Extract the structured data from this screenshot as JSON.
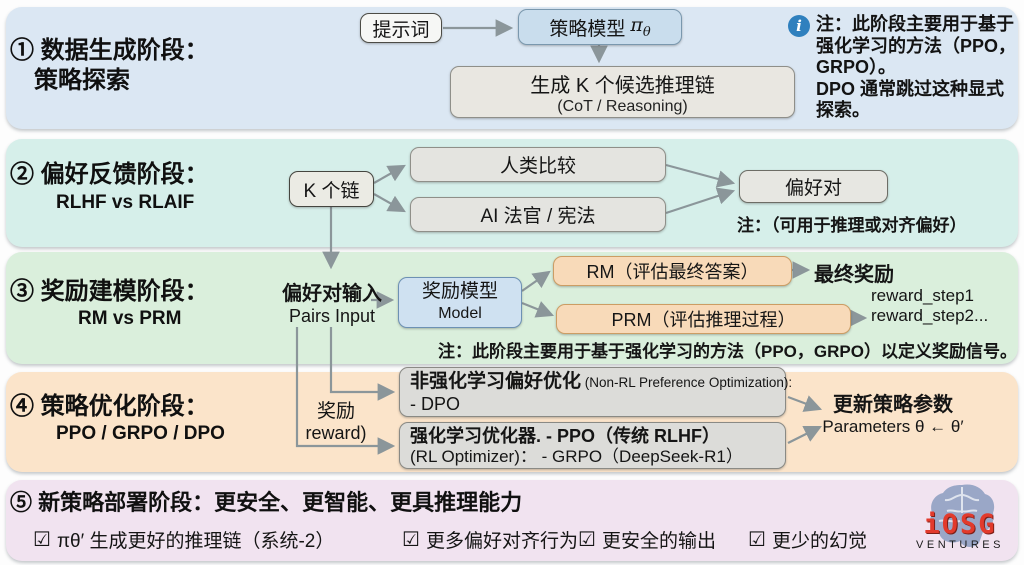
{
  "icons": {
    "info": "i",
    "checkbox": "☑"
  },
  "colors": {
    "band1": "#dbe7f3",
    "band2": "#d6efea",
    "band3": "#daefdc",
    "band4": "#fbe4ca",
    "band5": "#f1e3f0",
    "blue_box": "#c9dded",
    "orange_box": "#f8dab9",
    "gray_box": "#e7e6e1",
    "arrow": "#8b969a",
    "info_blue": "#2f80be",
    "logo_red": "#e23a2c"
  },
  "stage1": {
    "title": "① 数据生成阶段：",
    "subtitle": "策略探索",
    "prompt_box": "提示词",
    "policy_box": {
      "label": "策略模型",
      "symbol": "π",
      "sub": "θ"
    },
    "generate_box_line1": "生成 K 个候选推理链",
    "generate_box_line2": "(CoT / Reasoning)",
    "note_lines": [
      "注：此阶段主要用于基于",
      "强化学习的方法（PPO，",
      "GRPO）。",
      "DPO 通常跳过这种显式",
      "探索。"
    ]
  },
  "stage2": {
    "title": "② 偏好反馈阶段：",
    "subtitle": "RLHF vs RLAIF",
    "k_chains_box": "K 个链",
    "human_box": "人类比较",
    "judge_box": "AI 法官 / 宪法",
    "pairs_box": "偏好对",
    "note": "注：（可用于推理或对齐偏好）"
  },
  "stage3": {
    "title": "③ 奖励建模阶段：",
    "subtitle": "RM vs PRM",
    "pairs_input_line1": "偏好对输入",
    "pairs_input_line2": "Pairs Input",
    "reward_model_line1": "奖励模型",
    "reward_model_line2": "Model",
    "rm_box": "RM（评估最终答案）",
    "prm_box": "PRM（评估推理过程）",
    "final_reward": "最终奖励",
    "reward_step1": "reward_step1",
    "reward_step2": "reward_step2...",
    "note": "注：此阶段主要用于基于强化学习的方法（PPO，GRPO）以定义奖励信号。"
  },
  "stage4": {
    "title": "④ 策略优化阶段：",
    "subtitle": "PPO / GRPO / DPO",
    "reward_label_line1": "奖励",
    "reward_label_line2": "reward)",
    "nonrl_line1_cn": "非强化学习偏好优化",
    "nonrl_line1_en": " (Non-RL Preference Optimization):",
    "nonrl_line2": "- DPO",
    "rl_line1": "强化学习优化器. - PPO（传统 RLHF）",
    "rl_line2": "(RL Optimizer)： - GRPO（DeepSeek-R1）",
    "update_line1": "更新策略参数",
    "update_line2": "Parameters θ ← θ′"
  },
  "stage5": {
    "title": "⑤ 新策略部署阶段：更安全、更智能、更具推理能力",
    "items": [
      "πθ′ 生成更好的推理链（系统-2）",
      "更多偏好对齐行为",
      "更安全的输出",
      "更少的幻觉"
    ]
  },
  "logo": {
    "name": "iOSG",
    "sub": "VENTURES"
  }
}
